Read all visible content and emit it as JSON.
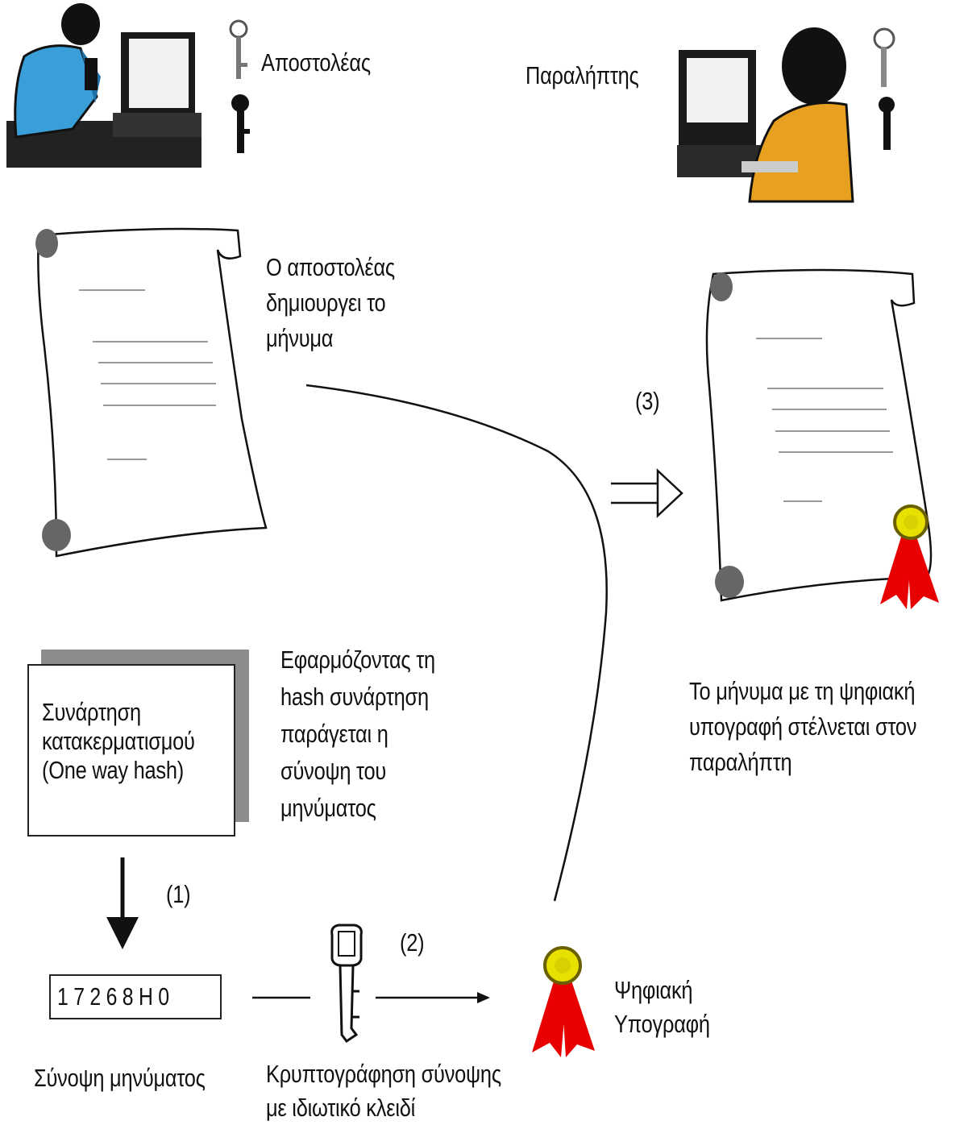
{
  "sender": {
    "label": "Αποστολέας"
  },
  "receiver": {
    "label": "Παραλήπτης"
  },
  "step_create": {
    "text": "Ο αποστολέας\nδημιουργει το\nμήνυμα"
  },
  "hash_function": {
    "text": "Συνάρτηση\nκατακερματισμού\n(One way hash)"
  },
  "step_hash": {
    "text": "Εφαρμόζοντας τη\nhash συνάρτηση\nπαράγεται η\nσύνοψη του\nμηνύματος"
  },
  "step_numbers": {
    "one": "(1)",
    "two": "(2)",
    "three": "(3)"
  },
  "digest": {
    "value": "17268H0",
    "caption": "Σύνοψη μηνύματος"
  },
  "encrypt": {
    "caption": "Κρυπτογράφηση σύνοψης\nμε ιδιωτικό κλειδί"
  },
  "signature": {
    "caption": "Ψηφιακή\nΥπογραφή"
  },
  "sent": {
    "text": "Το μήνυμα με τη ψηφιακή\nυπογραφή στέλνεται στον\nπαραλήπτη"
  },
  "colors": {
    "seal_red": "#e80000",
    "seal_gold": "#e8e000",
    "shirt_blue": "#3a9fd8",
    "shirt_orange": "#e8a020"
  }
}
